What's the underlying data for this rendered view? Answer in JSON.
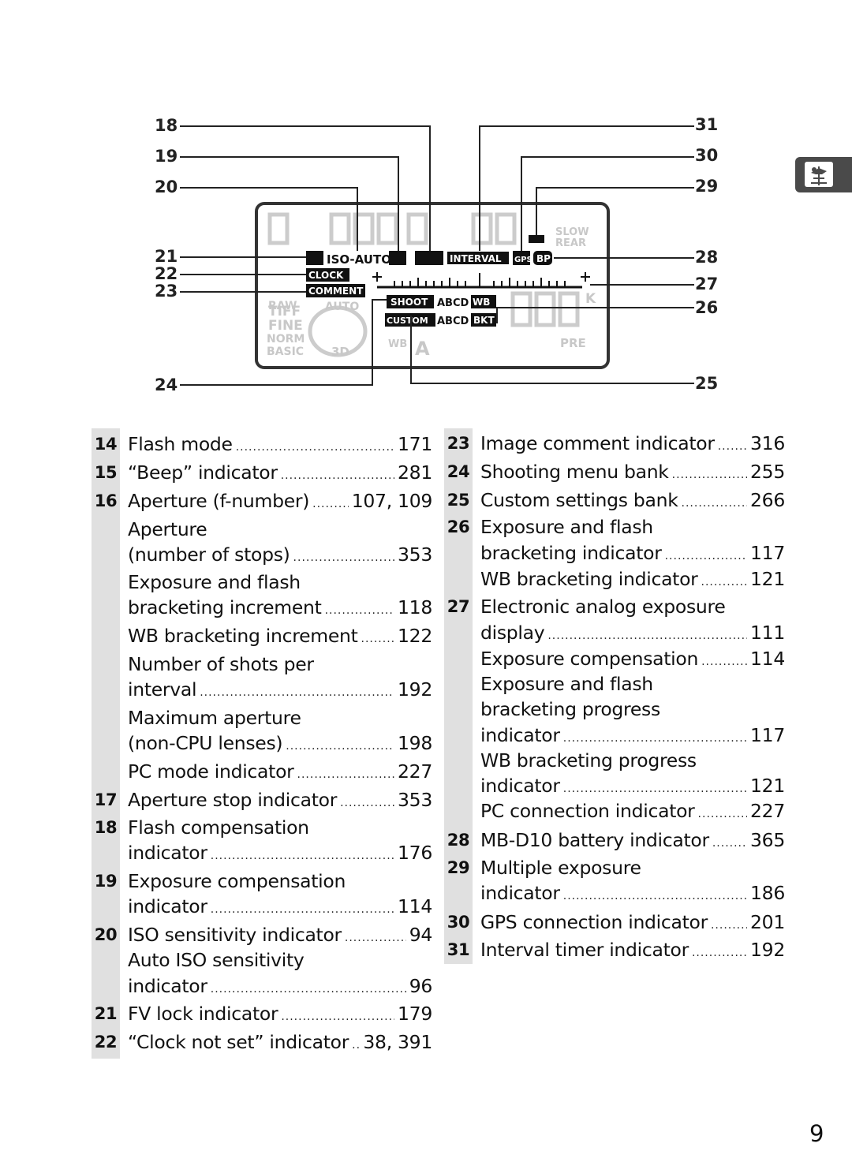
{
  "diagram": {
    "callouts_left": [
      "18",
      "19",
      "20",
      "21",
      "22",
      "23",
      "24"
    ],
    "callouts_right": [
      "31",
      "30",
      "29",
      "28",
      "27",
      "26",
      "25"
    ],
    "lcd": {
      "indicators": [
        "ISO-AUTO",
        "CLOCK",
        "COMMENT",
        "INTERVAL",
        "GPS",
        "BP",
        "SHOOT",
        "ABCD",
        "WB",
        "CUSTOM",
        "ABCD",
        "BKT",
        "AUTO",
        "RAW",
        "TIFF",
        "FINE",
        "NORM",
        "BASIC",
        "3D",
        "SLOW",
        "REAR",
        "WB",
        "A",
        "PRE",
        "K"
      ]
    }
  },
  "left_column": [
    {
      "num": "14",
      "text": "Flash mode",
      "page": "171"
    },
    {
      "num": "15",
      "text": "“Beep” indicator",
      "page": "281"
    },
    {
      "num": "16",
      "text": "Aperture (f-number)",
      "page": "107, 109"
    },
    {
      "num": "",
      "text": "Aperture",
      "page": ""
    },
    {
      "num": "",
      "text": "(number of stops)",
      "page": "353"
    },
    {
      "num": "",
      "text": "Exposure and flash",
      "page": ""
    },
    {
      "num": "",
      "text": "bracketing increment",
      "page": "118"
    },
    {
      "num": "",
      "text": "WB bracketing increment",
      "page": "122"
    },
    {
      "num": "",
      "text": "Number of shots per",
      "page": ""
    },
    {
      "num": "",
      "text": "interval",
      "page": "192"
    },
    {
      "num": "",
      "text": "Maximum aperture",
      "page": ""
    },
    {
      "num": "",
      "text": "(non-CPU lenses)",
      "page": "198"
    },
    {
      "num": "",
      "text": "PC mode indicator",
      "page": "227"
    },
    {
      "num": "17",
      "text": "Aperture stop indicator",
      "page": "353"
    },
    {
      "num": "18",
      "text": "Flash compensation",
      "page": ""
    },
    {
      "num": "",
      "text": "indicator",
      "page": "176"
    },
    {
      "num": "19",
      "text": "Exposure compensation",
      "page": ""
    },
    {
      "num": "",
      "text": "indicator",
      "page": "114"
    },
    {
      "num": "20",
      "text": "ISO sensitivity indicator",
      "page": "94"
    },
    {
      "num": "",
      "text": "Auto ISO sensitivity",
      "page": ""
    },
    {
      "num": "",
      "text": "indicator",
      "page": "96"
    },
    {
      "num": "21",
      "text": "FV lock indicator",
      "page": "179"
    },
    {
      "num": "22",
      "text": "“Clock not set” indicator",
      "page": "38, 391"
    }
  ],
  "right_column": [
    {
      "num": "23",
      "text": "Image comment indicator",
      "page": "316"
    },
    {
      "num": "24",
      "text": "Shooting menu bank",
      "page": "255"
    },
    {
      "num": "25",
      "text": "Custom settings bank",
      "page": "266"
    },
    {
      "num": "26",
      "text": "Exposure and flash",
      "page": ""
    },
    {
      "num": "",
      "text": "bracketing indicator",
      "page": "117"
    },
    {
      "num": "",
      "text": "WB bracketing indicator",
      "page": "121"
    },
    {
      "num": "27",
      "text": "Electronic analog exposure",
      "page": ""
    },
    {
      "num": "",
      "text": "display",
      "page": "111"
    },
    {
      "num": "",
      "text": "Exposure compensation",
      "page": "114"
    },
    {
      "num": "",
      "text": "Exposure and flash",
      "page": ""
    },
    {
      "num": "",
      "text": "bracketing progress",
      "page": ""
    },
    {
      "num": "",
      "text": "indicator",
      "page": "117"
    },
    {
      "num": "",
      "text": "WB bracketing progress",
      "page": ""
    },
    {
      "num": "",
      "text": "indicator",
      "page": "121"
    },
    {
      "num": "",
      "text": "PC connection indicator",
      "page": "227"
    },
    {
      "num": "28",
      "text": "MB-D10 battery indicator",
      "page": "365"
    },
    {
      "num": "29",
      "text": "Multiple exposure",
      "page": ""
    },
    {
      "num": "",
      "text": "indicator",
      "page": "186"
    },
    {
      "num": "30",
      "text": "GPS connection indicator",
      "page": "201"
    },
    {
      "num": "31",
      "text": "Interval timer indicator",
      "page": "192"
    }
  ],
  "page_number": "9",
  "icons": {
    "side_tab": "weathervane-icon"
  }
}
